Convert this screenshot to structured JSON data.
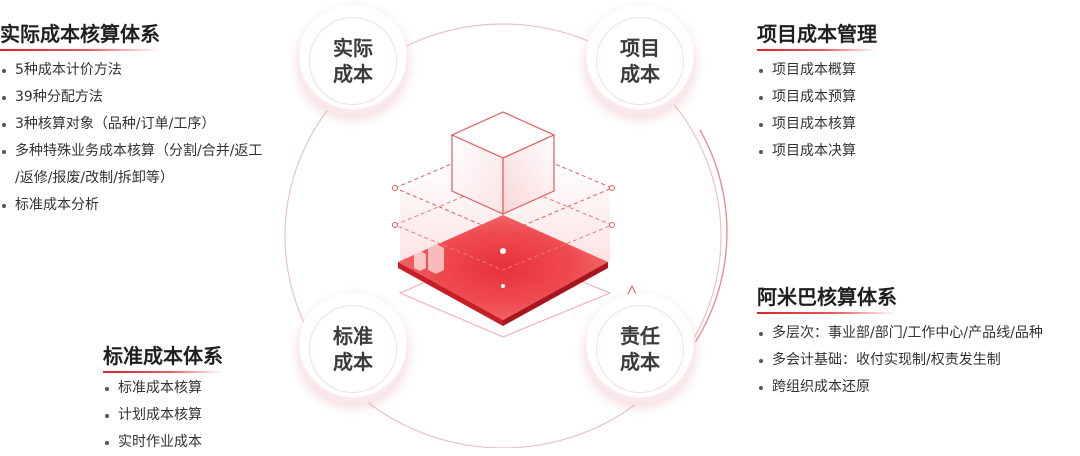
{
  "nodes": {
    "actual": [
      "实际",
      "成本"
    ],
    "project": [
      "项目",
      "成本"
    ],
    "standard": [
      "标准",
      "成本"
    ],
    "responsibility": [
      "责任",
      "成本"
    ]
  },
  "actual_cost_system": {
    "title": "实际成本核算体系",
    "items": [
      "5种成本计价方法",
      "39种分配方法",
      "3种核算对象（品种/订单/工序）",
      "多种特殊业务成本核算（分割/合并/返工",
      "/返修/报废/改制/拆卸等）",
      "标准成本分析"
    ]
  },
  "project_cost_management": {
    "title": "项目成本管理",
    "items": [
      "项目成本概算",
      "项目成本预算",
      "项目成本核算",
      "项目成本决算"
    ]
  },
  "amoeba_system": {
    "title": "阿米巴核算体系",
    "items": [
      "多层次：事业部/部门/工作中心/产品线/品种",
      "多会计基础：收付实现制/权责发生制",
      "跨组织成本还原"
    ]
  },
  "standard_cost_system": {
    "title": "标准成本体系",
    "items": [
      "标准成本核算",
      "计划成本核算",
      "实时作业成本"
    ]
  },
  "colors": {
    "accent": "#d8232a",
    "accent_light": "#f08a8c",
    "ring": "#e7b9bd"
  }
}
